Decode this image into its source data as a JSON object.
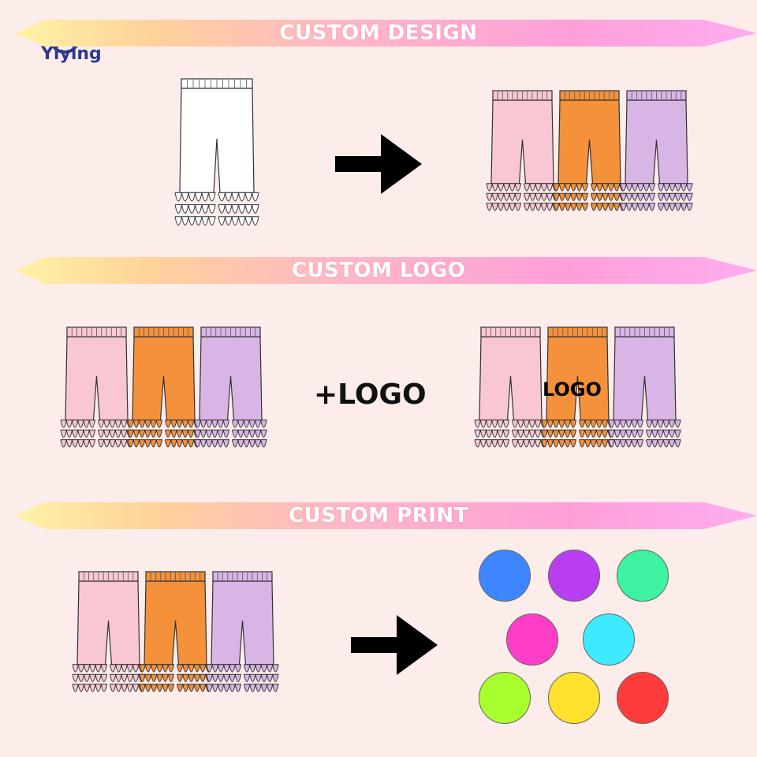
{
  "brand": {
    "name": "Yiying"
  },
  "sections": {
    "design": {
      "title": "CUSTOM  DESIGN"
    },
    "logo": {
      "title": "CUSTOM LOGO",
      "plus_label": "+LOGO",
      "logo_mark": "LOGO"
    },
    "print": {
      "title": "CUSTOM PRINT"
    }
  },
  "colors": {
    "pink": "#f9c7d3",
    "orange": "#f5913a",
    "lilac": "#d9b5e6",
    "white": "#ffffff"
  },
  "swatches": [
    "#3d86ff",
    "#b93ef2",
    "#3df2a0",
    "#ff3ec7",
    "#3deaff",
    "#a8ff2e",
    "#ffe12e",
    "#ff3a3a"
  ]
}
